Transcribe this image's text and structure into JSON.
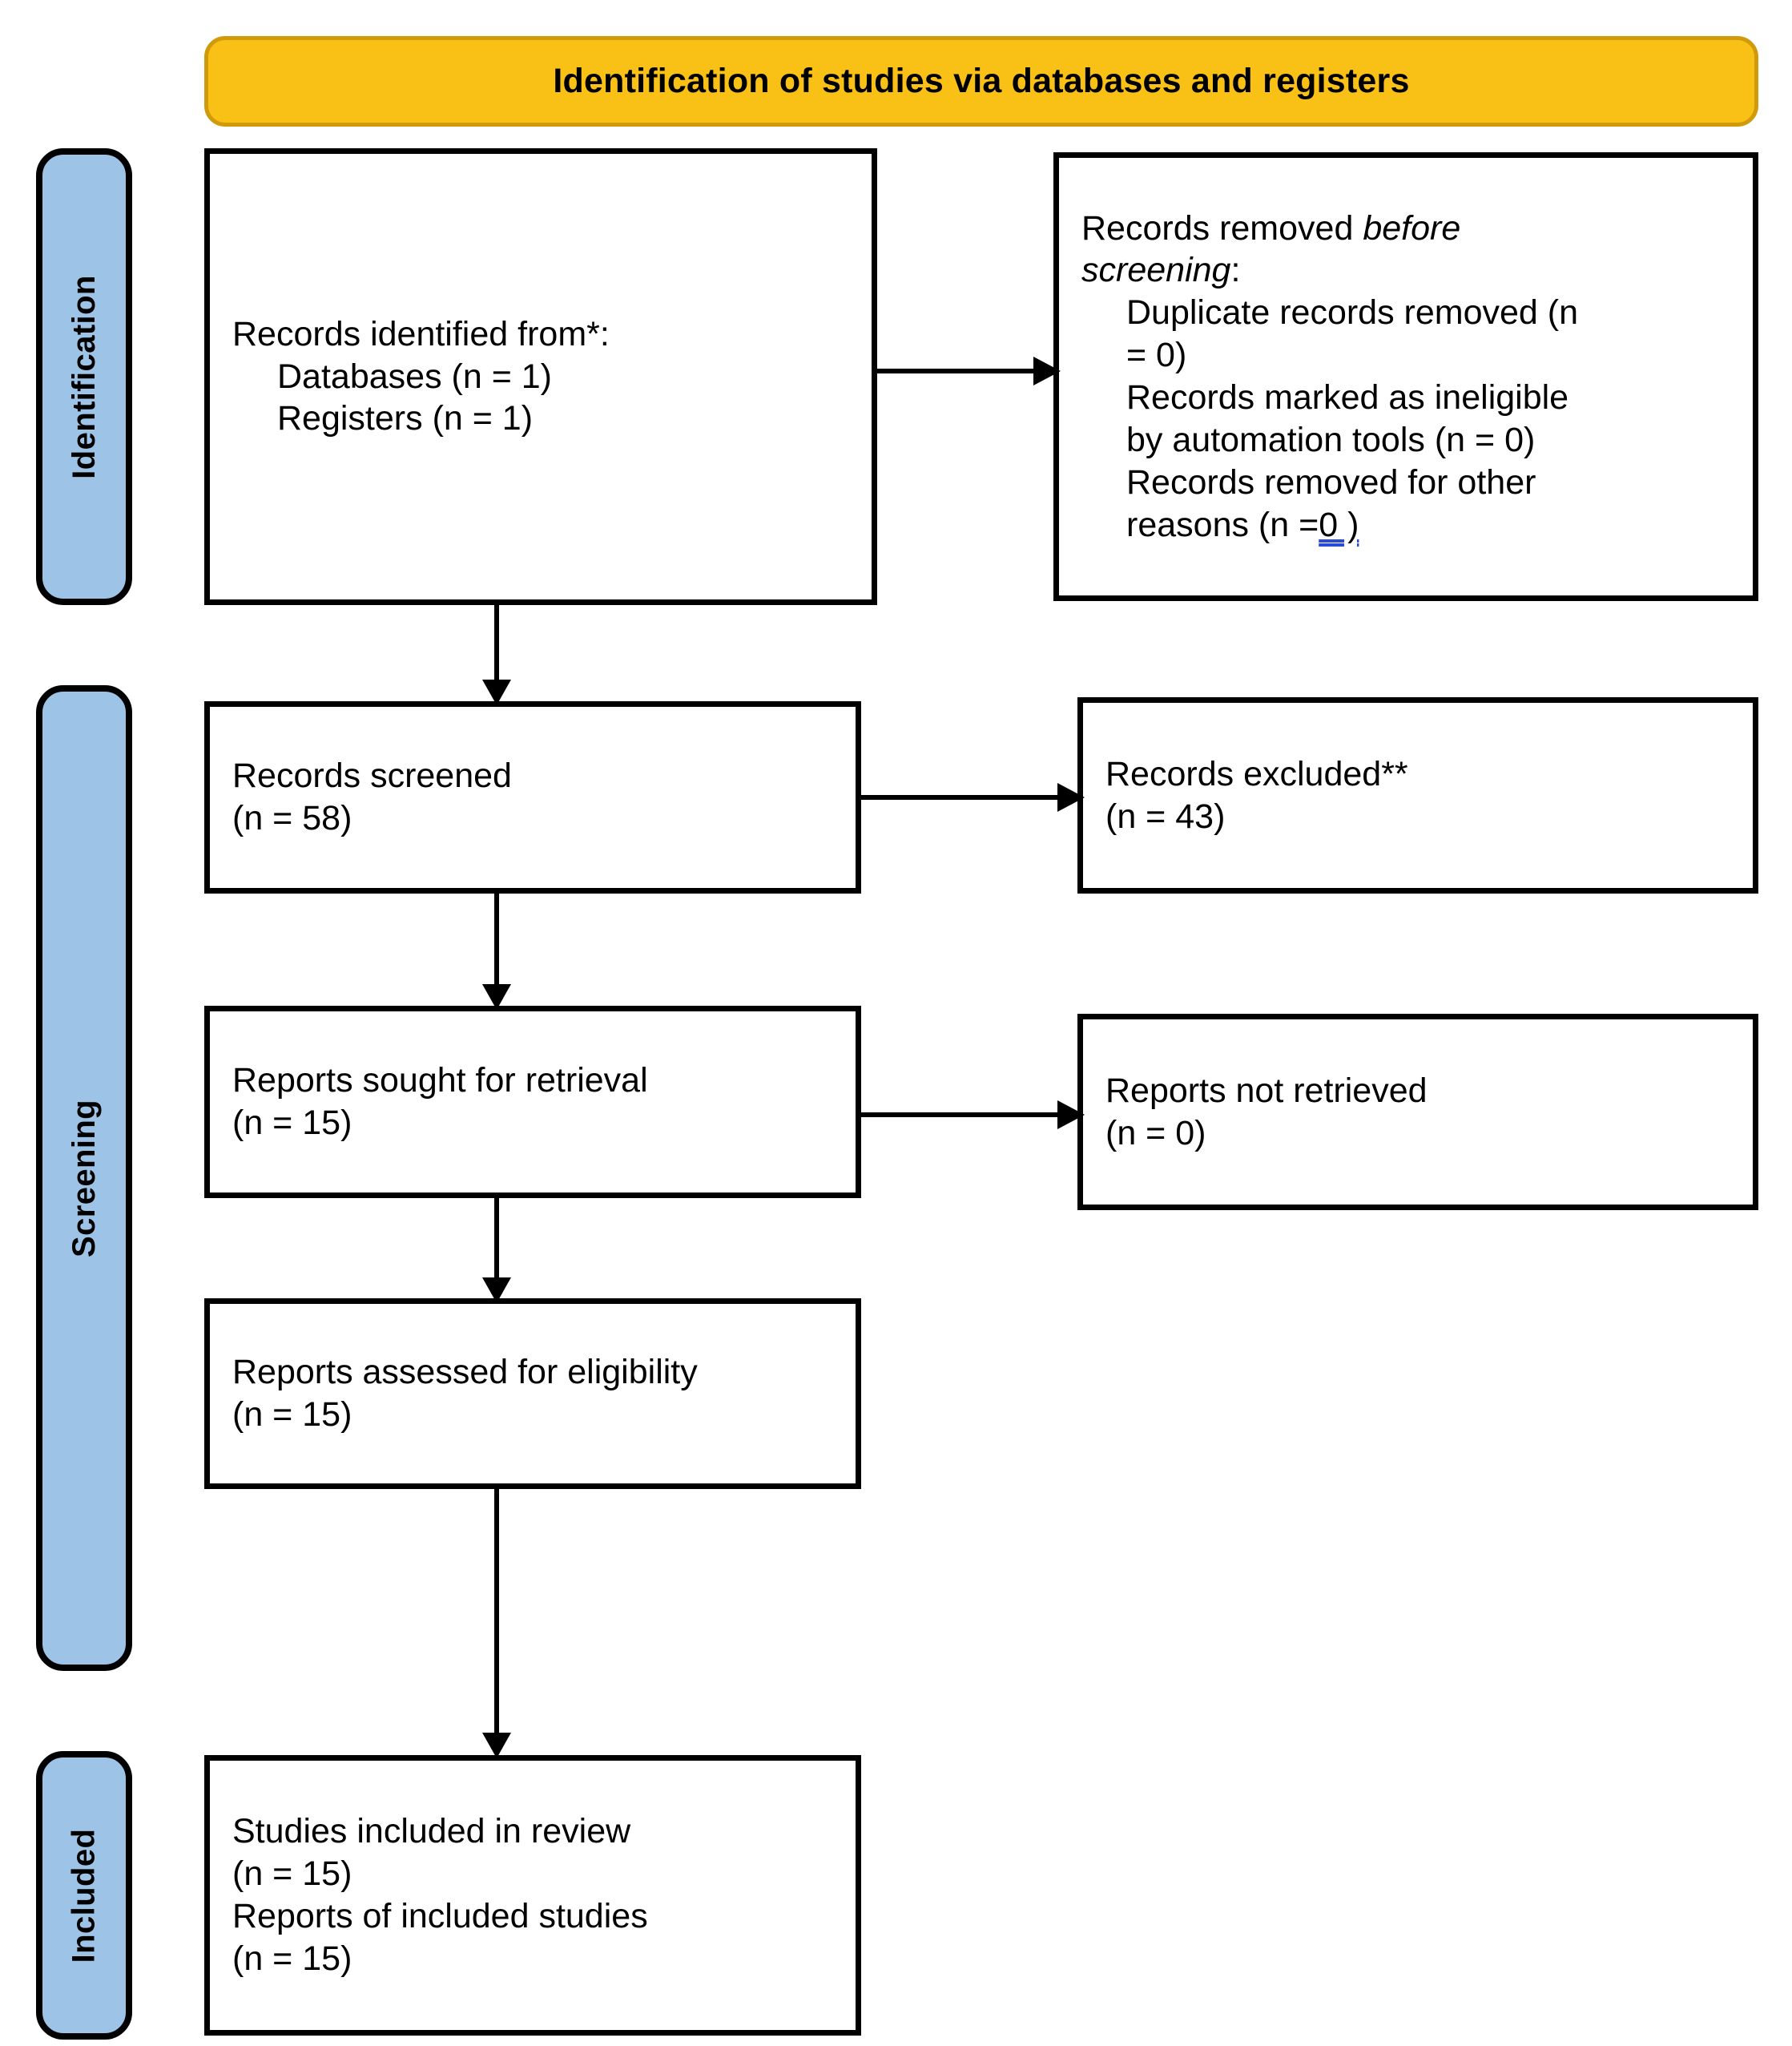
{
  "header": {
    "title": "Identification of studies via databases and registers",
    "bg_color": "#F9C016",
    "border_color": "#D19A0A"
  },
  "stages": [
    {
      "id": "identification",
      "label": "Identification"
    },
    {
      "id": "screening",
      "label": "Screening"
    },
    {
      "id": "included",
      "label": "Included"
    }
  ],
  "stage_tab_color": "#9DC3E6",
  "boxes": {
    "identified": {
      "lines": [
        "Records identified from*:",
        "Databases (n = 1)",
        "Registers (n = 1)"
      ]
    },
    "removed": {
      "line_head_1": "Records removed ",
      "line_head_em": "before",
      "line_head_2": "screening",
      "line_head_3": ":",
      "items": [
        "Duplicate records removed (n",
        "= 0)",
        "Records marked as ineligible",
        "by automation tools (n = 0)",
        "Records removed for other",
        "reasons (n ="
      ],
      "flagged_value": "0 )"
    },
    "screened": {
      "lines": [
        "Records screened",
        "(n = 58)"
      ]
    },
    "excluded": {
      "lines": [
        "Records excluded**",
        "(n = 43)"
      ]
    },
    "sought": {
      "lines": [
        "Reports sought for retrieval",
        "(n = 15)"
      ]
    },
    "not_retrieved": {
      "lines": [
        "Reports not retrieved",
        "(n = 0)"
      ]
    },
    "eligibility": {
      "lines": [
        "Reports assessed for eligibility",
        "(n = 15)"
      ]
    },
    "included": {
      "lines": [
        "Studies included in review",
        "(n = 15)",
        "Reports of included studies",
        "(n = 15)"
      ]
    }
  }
}
